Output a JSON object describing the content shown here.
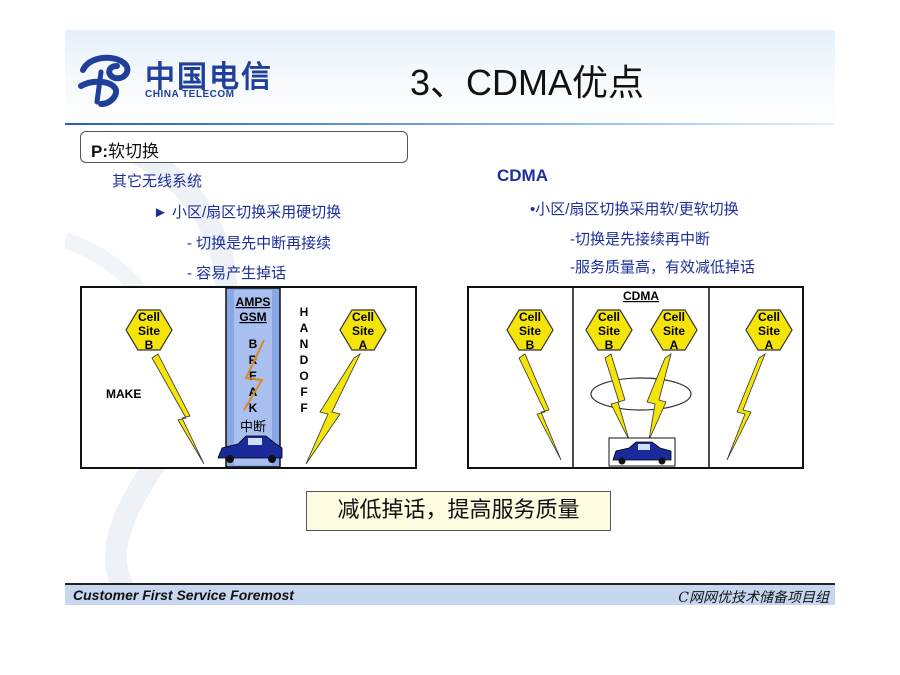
{
  "header": {
    "logo_cn": "中国电信",
    "logo_en": "CHINA TELECOM",
    "title": "3、CDMA优点"
  },
  "topic": {
    "prefix": "P:",
    "label": "软切换"
  },
  "left_text": {
    "heading": "其它无线系统",
    "bullet": "► 小区/扇区切换采用硬切换",
    "sub1": "-  切换是先中断再接续",
    "sub2": "-  容易产生掉话"
  },
  "right_text": {
    "heading": "CDMA",
    "bullet": "•小区/扇区切换采用软/更软切换",
    "sub1": "-切换是先接续再中断",
    "sub2": "-服务质量高，有效减低掉话"
  },
  "diagram_left": {
    "cell_b": [
      "Cell",
      "Site",
      "B"
    ],
    "cell_a": [
      "Cell",
      "Site",
      "A"
    ],
    "band_top": [
      "AMPS",
      "GSM"
    ],
    "break_letters": [
      "B",
      "R",
      "E",
      "A",
      "K"
    ],
    "break_cn": "中断",
    "handoff_letters": [
      "H",
      "A",
      "N",
      "D",
      "O",
      "F",
      "F"
    ],
    "make": "MAKE"
  },
  "diagram_right": {
    "cdma_label": "CDMA",
    "cell_b_left": [
      "Cell",
      "Site",
      "B"
    ],
    "cell_b_mid": [
      "Cell",
      "Site",
      "B"
    ],
    "cell_a_mid": [
      "Cell",
      "Site",
      "A"
    ],
    "cell_a_right": [
      "Cell",
      "Site",
      "A"
    ]
  },
  "summary": "减低掉话，提高服务质量",
  "footer": {
    "left": "Customer First Service Foremost",
    "right": "C网网优技术储备项目组"
  },
  "colors": {
    "hex_fill": "#f5e40a",
    "text_blue": "#1c2f9c",
    "band_blue": "#8aa7e6",
    "footer_band": "#c6d7ef",
    "summary_fill": "#fdfbe0"
  }
}
